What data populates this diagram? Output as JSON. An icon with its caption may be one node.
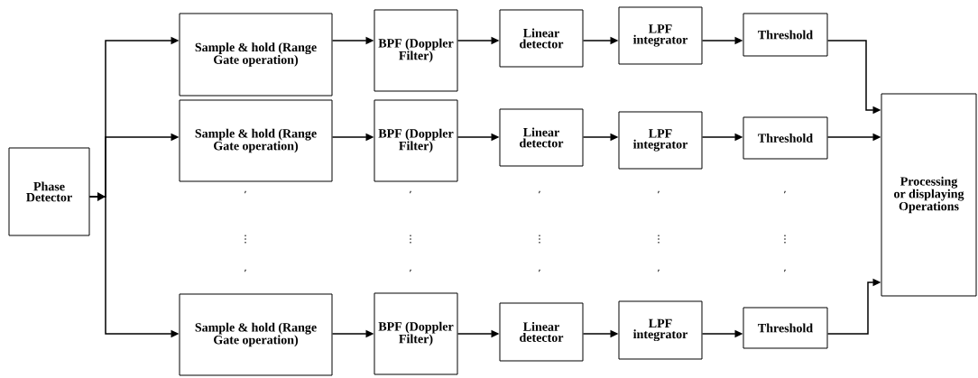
{
  "diagram": {
    "nodes": [
      {
        "text": [
          "Phase Detector"
        ]
      },
      {
        "text": [
          "Sample & hold (Range Gate operation)"
        ]
      },
      {
        "text": [
          "BPF (Doppler Filter)"
        ]
      },
      {
        "text": [
          "Linear detector"
        ]
      },
      {
        "text": [
          "LPF integrator"
        ]
      },
      {
        "text": [
          "Threshold"
        ]
      },
      {
        "text": [
          "Sample & hold (Range Gate operation)"
        ]
      },
      {
        "text": [
          "BPF (Doppler Filter)"
        ]
      },
      {
        "text": [
          "Linear detector"
        ]
      },
      {
        "text": [
          "LPF integrator"
        ]
      },
      {
        "text": [
          "Threshold"
        ]
      },
      {
        "text": [
          "Sample & hold (Range Gate operation)"
        ]
      },
      {
        "text": [
          "BPF (Doppler Filter)"
        ]
      },
      {
        "text": [
          "Linear detector"
        ]
      },
      {
        "text": [
          "LPF integrator"
        ]
      },
      {
        "text": [
          "Threshold"
        ]
      },
      {
        "text": [
          "Processing or displaying Operations"
        ]
      }
    ],
    "edges": [
      {
        "from": 0,
        "to": 1,
        "arrow": "to"
      },
      {
        "from": 0,
        "to": 6,
        "arrow": "to"
      },
      {
        "from": 0,
        "to": 11,
        "arrow": "to"
      },
      {
        "from": 1,
        "to": 2,
        "arrow": "to"
      },
      {
        "from": 2,
        "to": 3,
        "arrow": "to"
      },
      {
        "from": 3,
        "to": 4,
        "arrow": "to"
      },
      {
        "from": 4,
        "to": 5,
        "arrow": "to"
      },
      {
        "from": 6,
        "to": 7,
        "arrow": "to"
      },
      {
        "from": 7,
        "to": 8,
        "arrow": "to"
      },
      {
        "from": 8,
        "to": 9,
        "arrow": "to"
      },
      {
        "from": 9,
        "to": 10,
        "arrow": "to"
      },
      {
        "from": 11,
        "to": 12,
        "arrow": "to"
      },
      {
        "from": 12,
        "to": 13,
        "arrow": "to"
      },
      {
        "from": 13,
        "to": 14,
        "arrow": "to"
      },
      {
        "from": 14,
        "to": 15,
        "arrow": "to"
      },
      {
        "from": 5,
        "to": 16,
        "arrow": "to"
      },
      {
        "from": 10,
        "to": 16,
        "arrow": "to"
      },
      {
        "from": 15,
        "to": 16,
        "arrow": "to"
      }
    ],
    "labels": [
      ",",
      ",",
      ",",
      ",",
      ",",
      "⋮",
      "⋮",
      "⋮",
      "⋮",
      "⋮",
      ",",
      ",",
      ",",
      ",",
      ","
    ]
  }
}
